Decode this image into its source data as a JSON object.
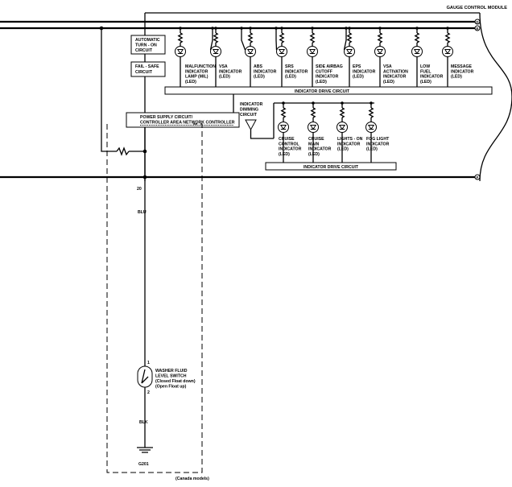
{
  "module": {
    "title": "GAUGE CONTROL MODULE"
  },
  "terminals": {
    "d": "D",
    "e": "E",
    "f": "F"
  },
  "blocks": {
    "auto_turn_on": [
      "AUTOMATIC",
      "TURN - ON",
      "CIRCUIT"
    ],
    "fail_safe": [
      "FAIL - SAFE",
      "CIRCUIT"
    ],
    "power_supply": [
      "POWER SUPPLY CIRCUIT/",
      "CONTROLLER AREA NETWORK CONTROLLER"
    ],
    "dimming": [
      "INDICATOR",
      "DIMMING",
      "CIRCUIT"
    ],
    "drive_upper": "INDICATOR DRIVE CIRCUIT",
    "drive_lower": "INDICATOR DRIVE CIRCUIT"
  },
  "upper_indicators": [
    {
      "lines": [
        "MALFUNCTION",
        "INDICATOR",
        "LAMP (MIL)",
        "(LED)"
      ]
    },
    {
      "lines": [
        "VSA",
        "INDICATOR",
        "(LED)"
      ]
    },
    {
      "lines": [
        "ABS",
        "INDICATOR",
        "(LED)"
      ]
    },
    {
      "lines": [
        "SRS",
        "INDICATOR",
        "(LED)"
      ]
    },
    {
      "lines": [
        "SIDE AIRBAG",
        "CUTOFF",
        "INDICATOR",
        "(LED)"
      ]
    },
    {
      "lines": [
        "EPS",
        "INDICATOR",
        "(LED)"
      ]
    },
    {
      "lines": [
        "VSA",
        "ACTIVATION",
        "INDICATOR",
        "(LED)"
      ]
    },
    {
      "lines": [
        "LOW",
        "FUEL",
        "INDICATOR",
        "(LED)"
      ]
    },
    {
      "lines": [
        "MESSAGE",
        "INDICATOR",
        "(LED)"
      ]
    }
  ],
  "lower_indicators": [
    {
      "lines": [
        "CRUISE",
        "CONTROL",
        "INDICATOR",
        "(LED)"
      ]
    },
    {
      "lines": [
        "CRUISE",
        "MAIN",
        "INDICATOR",
        "(LED)"
      ]
    },
    {
      "lines": [
        "LIGHTS - ON",
        "INDICATOR",
        "(LED)"
      ]
    },
    {
      "lines": [
        "FOG LIGHT",
        "INDICATOR",
        "(LED)"
      ]
    }
  ],
  "wire": {
    "pin": "20",
    "color_top": "BLU",
    "color_bottom": "BLK"
  },
  "switch": {
    "pin_top": "1",
    "pin_bottom": "2",
    "lines": [
      "WASHER FLUID",
      "LEVEL SWITCH",
      "(Closed  Float down)",
      "(Open  Float up)"
    ]
  },
  "ground": "G201",
  "note": "(Canada models)"
}
